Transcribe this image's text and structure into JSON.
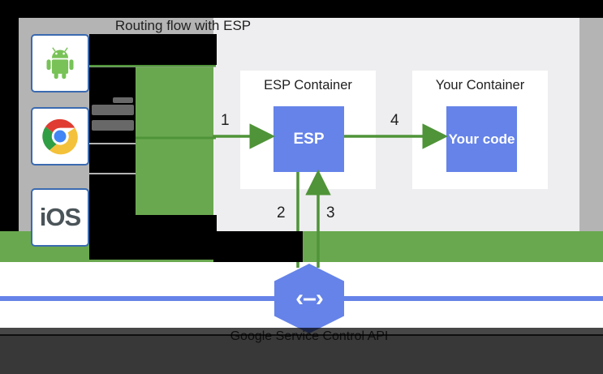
{
  "diagram": {
    "panel_title": "Routing flow with ESP",
    "containers": [
      {
        "title": "ESP Container",
        "service": "ESP"
      },
      {
        "title": "Your Container",
        "service": "Your code"
      }
    ],
    "step_numbers": [
      "1",
      "2",
      "3",
      "4"
    ],
    "bottom_caption": "Google Service Control API",
    "hex_glyph": "‹–›"
  },
  "clients": [
    {
      "name": "Android",
      "icon": "android-icon",
      "label": ""
    },
    {
      "name": "Chrome",
      "icon": "chrome-icon",
      "label": ""
    },
    {
      "name": "iOS",
      "icon": "ios-icon",
      "label": "iOS"
    }
  ],
  "colors": {
    "green": "#6aa84f",
    "blue": "#6583e8",
    "panel_gray": "#eeeef0",
    "gutter_gray": "#b4b4b4",
    "text_dark": "#1f1f1f"
  }
}
